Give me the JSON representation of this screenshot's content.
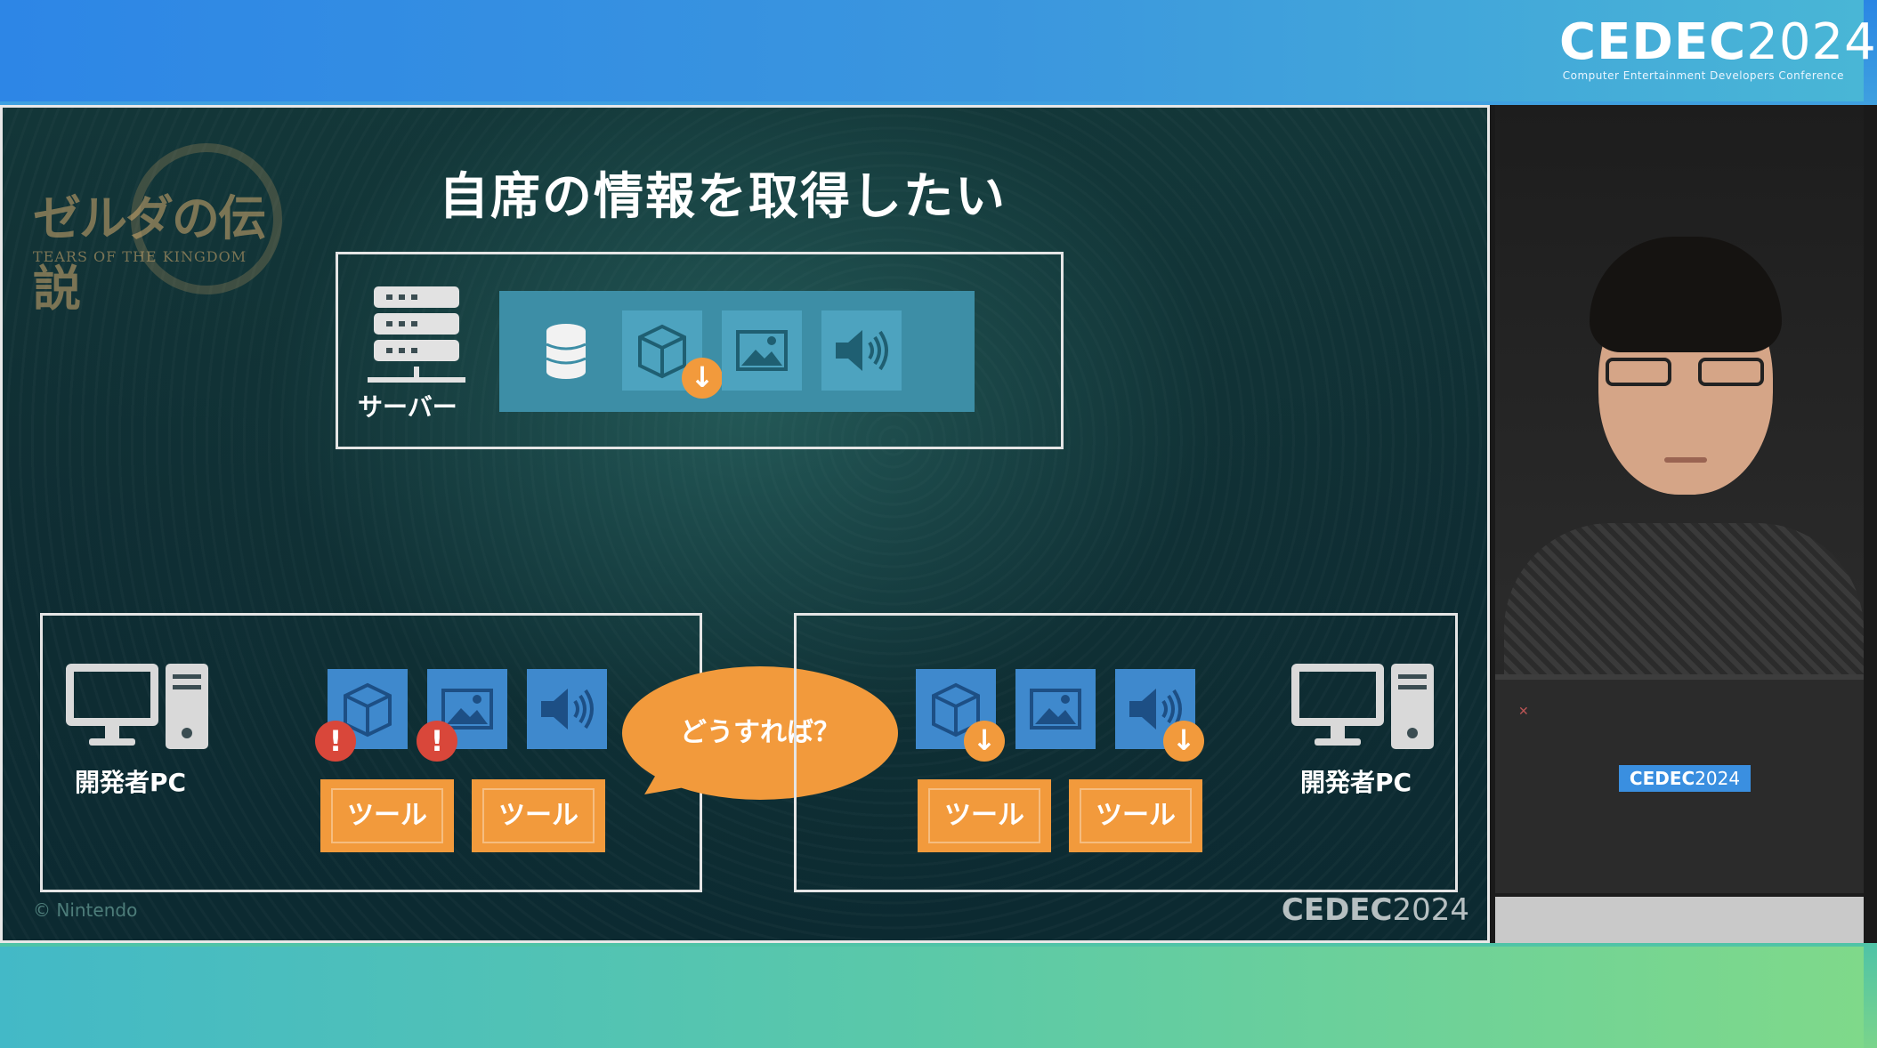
{
  "header": {
    "brand_name": "CEDEC",
    "brand_year": "2024",
    "brand_subtitle": "Computer Entertainment Developers Conference"
  },
  "slide": {
    "title": "自席の情報を取得したい",
    "game_logo": {
      "jp": "ゼルダの伝説",
      "en": "TEARS OF THE KINGDOM"
    },
    "server": {
      "label": "サーバー",
      "assets": [
        "database-icon",
        "cube-icon",
        "image-icon",
        "speaker-icon"
      ],
      "download_badge": "↓"
    },
    "left_pc": {
      "label": "開発者PC",
      "assets": [
        "cube-icon",
        "image-icon",
        "speaker-icon"
      ],
      "warning_badge": "!",
      "tools": [
        "ツール",
        "ツール"
      ]
    },
    "right_pc": {
      "label": "開発者PC",
      "assets": [
        "cube-icon",
        "image-icon",
        "speaker-icon"
      ],
      "download_badge": "↓",
      "tools": [
        "ツール",
        "ツール"
      ]
    },
    "speech_bubble": "どうすれば？",
    "copyright": "© Nintendo",
    "footer_brand_name": "CEDEC",
    "footer_brand_year": "2024"
  },
  "video": {
    "laptop_sticker_name": "CEDEC",
    "laptop_sticker_year": "2024"
  },
  "colors": {
    "accent_orange": "#f29a3c",
    "warning_red": "#d9473a",
    "panel_teal": "#3d8ea6",
    "tile_blue": "#3f89cd"
  }
}
